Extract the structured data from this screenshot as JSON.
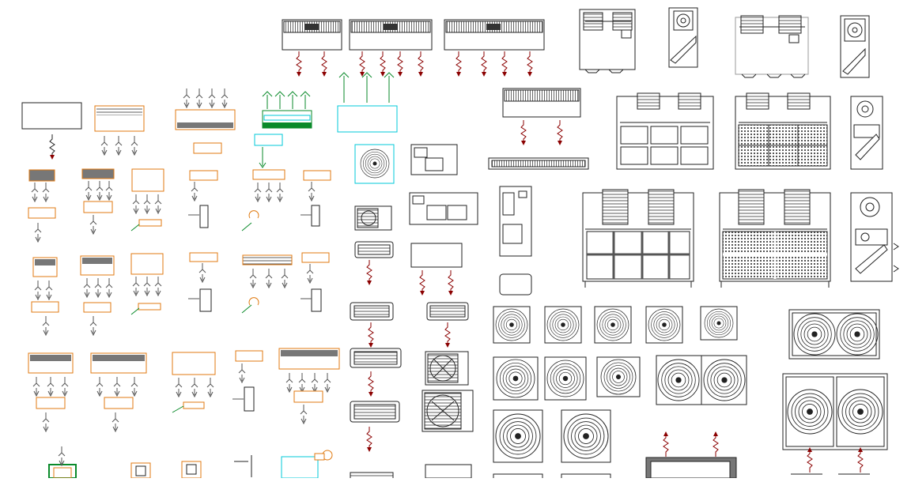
{
  "drawing": {
    "kind": "HVAC equipment CAD block sheet",
    "background": "#ffffff",
    "colors": {
      "line": "#222222",
      "dark_fill": "#555555",
      "orange": "#e07a10",
      "green": "#0a8a2a",
      "cyan": "#00c8d8",
      "red_arrow": "#8b0000",
      "gray_outline": "#9a9a9a"
    },
    "groups": [
      "indoor-split-units-orange",
      "ceiling-cassette-units",
      "wall-grilles-and-diffusers",
      "condensing-units",
      "air-handling-units",
      "fan-coil-fans-and-blowers",
      "cooling-tower-fans"
    ],
    "icon_names": [
      "fan-icon",
      "airflow-arrow-icon",
      "supply-air-arrow-icon",
      "grille-icon",
      "blower-icon"
    ]
  }
}
